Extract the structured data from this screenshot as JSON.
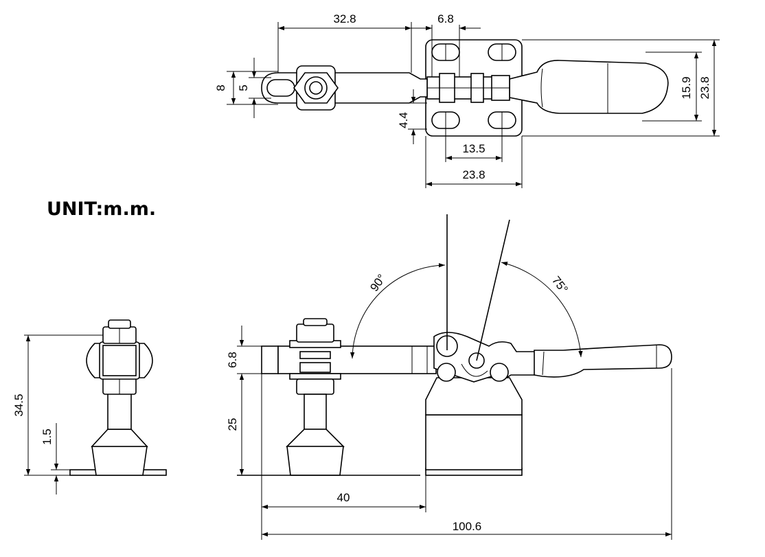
{
  "unit_label": "UNIT:m.m.",
  "top_view": {
    "dims": {
      "reach": "32.8",
      "slot_width": "6.8",
      "bar_height": "8",
      "bolt_dia": "5",
      "slot_pitch_y": "4.4",
      "hole_pitch": "13.5",
      "base_width": "23.8",
      "hole_pitch_y": "15.9",
      "base_depth": "23.8"
    }
  },
  "side_view": {
    "dims": {
      "total_height": "34.5",
      "base_thickness": "1.5"
    }
  },
  "front_view": {
    "dims": {
      "bar_thickness": "6.8",
      "bar_height": "25",
      "spindle_reach": "40",
      "overall_length": "100.6",
      "open_angle": "90°",
      "handle_angle": "75°"
    }
  }
}
